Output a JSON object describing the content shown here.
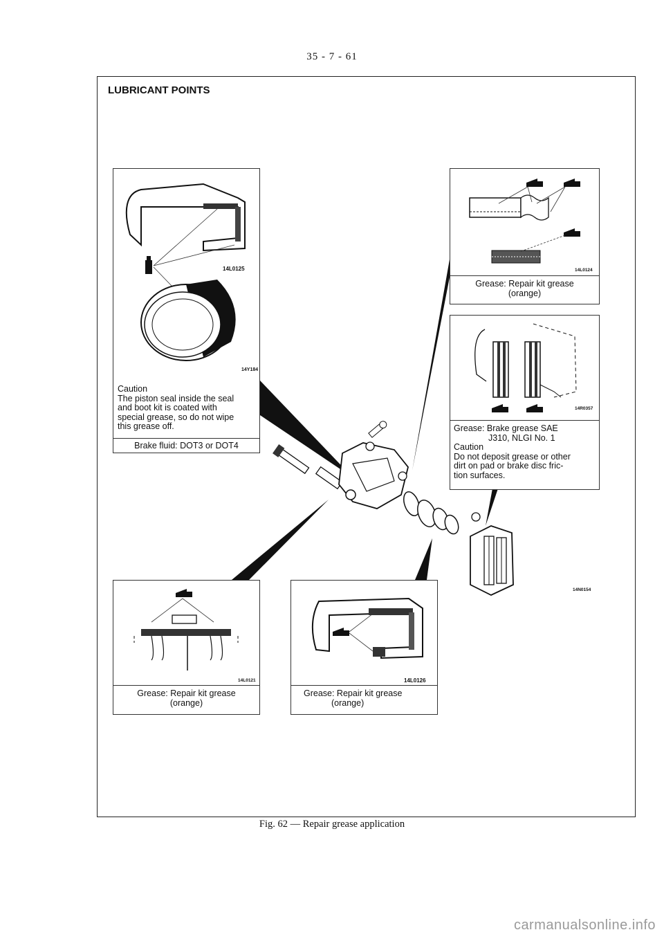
{
  "header": {
    "page_number": "35 - 7 - 61"
  },
  "section_title": "LUBRICANT POINTS",
  "panels": {
    "piston": {
      "code_top": "14L0125",
      "code_bottom": "14Y184",
      "caution_title": "Caution",
      "caution_lines": [
        "The piston seal inside the seal",
        "and boot kit is coated with",
        "special grease, so do not wipe",
        "this grease off."
      ],
      "fluid": "Brake fluid: DOT3 or DOT4"
    },
    "slide_pin": {
      "code": "14L0124",
      "grease_line1": "Grease: Repair kit grease",
      "grease_line2": "(orange)"
    },
    "pads": {
      "code": "14R0357",
      "grease_line1": "Grease: Brake grease SAE",
      "grease_line2": "J310, NLGI No. 1",
      "caution_title": "Caution",
      "caution_lines": [
        "Do not deposit grease or other",
        "dirt on pad or brake disc fric-",
        "tion surfaces."
      ]
    },
    "boot": {
      "code": "14L0121",
      "grease_line1": "Grease: Repair kit grease",
      "grease_line2": "(orange)"
    },
    "seal": {
      "code": "14L0126",
      "grease_line1": "Grease: Repair kit grease",
      "grease_line2": "(orange)"
    }
  },
  "assembly_code": "14N0154",
  "figure_caption": "Fig. 62 — Repair grease application",
  "watermark": "carmanualsonline.info",
  "colors": {
    "ink": "#111111",
    "frame": "#222222",
    "watermark": "#9a9a9a"
  }
}
